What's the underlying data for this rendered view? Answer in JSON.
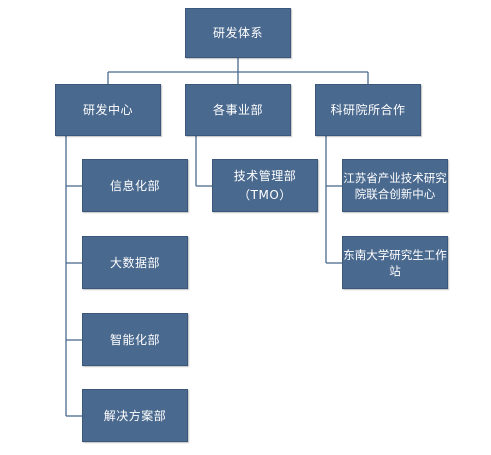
{
  "diagram": {
    "root": {
      "label": "研发体系"
    },
    "departments": [
      {
        "label": "研发中心",
        "children": [
          {
            "line1": "信息化部"
          },
          {
            "line1": "大数据部"
          },
          {
            "line1": "智能化部"
          },
          {
            "line1": "解决方案部"
          }
        ]
      },
      {
        "label": "各事业部",
        "children": [
          {
            "line1": "技术管理部",
            "line2": "（TMO）"
          }
        ]
      },
      {
        "label": "科研院所合作",
        "children": [
          {
            "line1": "江苏省产业技术研究",
            "line2": "院联合创新中心"
          },
          {
            "line1": "东南大学研究生工作",
            "line2": "站"
          }
        ]
      }
    ],
    "colors": {
      "box_fill": "#4a698f",
      "box_border": "#3b587b",
      "connector": "#4a698f",
      "text": "#ffffff"
    }
  }
}
